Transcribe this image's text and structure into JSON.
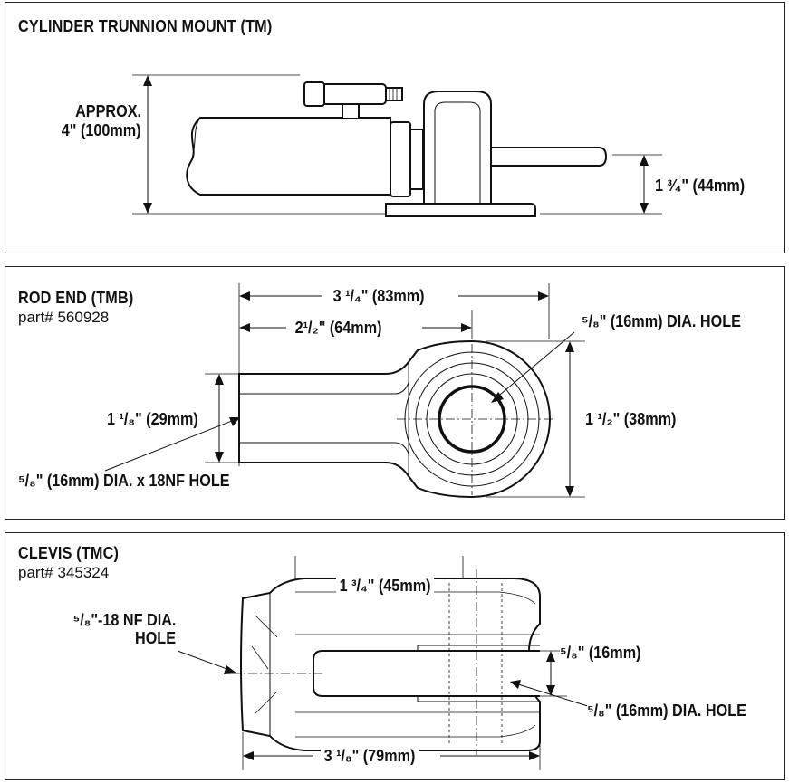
{
  "panels": {
    "trunnion": {
      "title": "CYLINDER TRUNNION MOUNT (TM)",
      "height_label_line1": "APPROX.",
      "height_label_line2": "4\" (100mm)",
      "pin_height_label": "1 ³⁄₄\" (44mm)"
    },
    "rod_end": {
      "title": "ROD END (TMB)",
      "part_number": "part# 560928",
      "overall_length": "3 ¹/₄\" (83mm)",
      "center_length": "2¹/₂\" (64mm)",
      "hole_label": "⁵/₈\" (16mm) DIA. HOLE",
      "shank_height": "1 ¹/₈\" (29mm)",
      "eye_height": "1 ¹/₂\" (38mm)",
      "thread_label": "⁵/₈\" (16mm) DIA. x 18NF HOLE"
    },
    "clevis": {
      "title": "CLEVIS (TMC)",
      "part_number": "part# 345324",
      "thread_label_line1": "⁵/₈\"-18 NF DIA.",
      "thread_label_line2": "HOLE",
      "inner_length": "1 ³/₄\" (45mm)",
      "slot_width": "⁵/₈\" (16mm)",
      "pin_hole_label": "⁵/₈\" (16mm) DIA. HOLE",
      "overall_length": "3 ¹/₈\" (79mm)"
    }
  }
}
